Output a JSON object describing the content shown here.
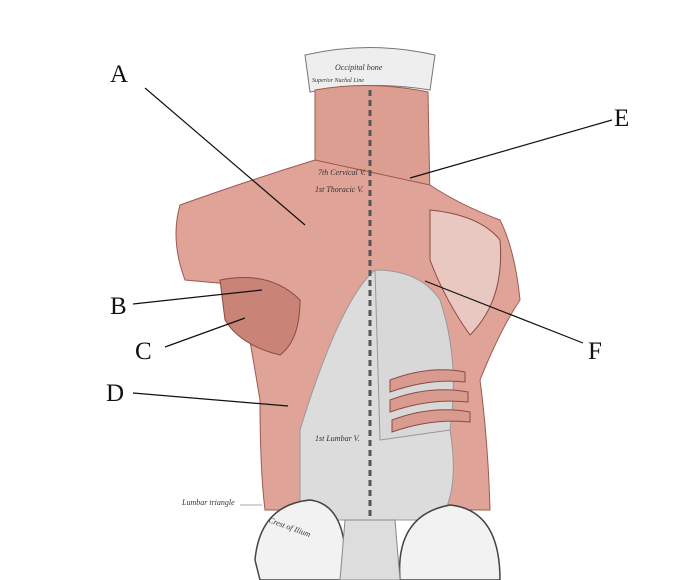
{
  "title": "Muscles of the back (posterior view)",
  "labels": [
    {
      "letter": "A"
    },
    {
      "letter": "B"
    },
    {
      "letter": "C"
    },
    {
      "letter": "D"
    },
    {
      "letter": "E"
    },
    {
      "letter": "F"
    }
  ],
  "annotations": {
    "occipital_bone": "Occipital bone",
    "nuchal_line": "Superior Nuchal Line",
    "cervical": "7th Cervical V.",
    "thoracic": "1st Thoracic V.",
    "lumbar": "1st Lumbar V.",
    "lumbar_triangle": "Lumbar triangle",
    "crest_ilium": "Crest of Ilium"
  },
  "colors": {
    "muscle": "#e0a398",
    "muscle_dark": "#b56d62",
    "fascia": "#d9d9d9",
    "bone": "#f2f2f2"
  }
}
